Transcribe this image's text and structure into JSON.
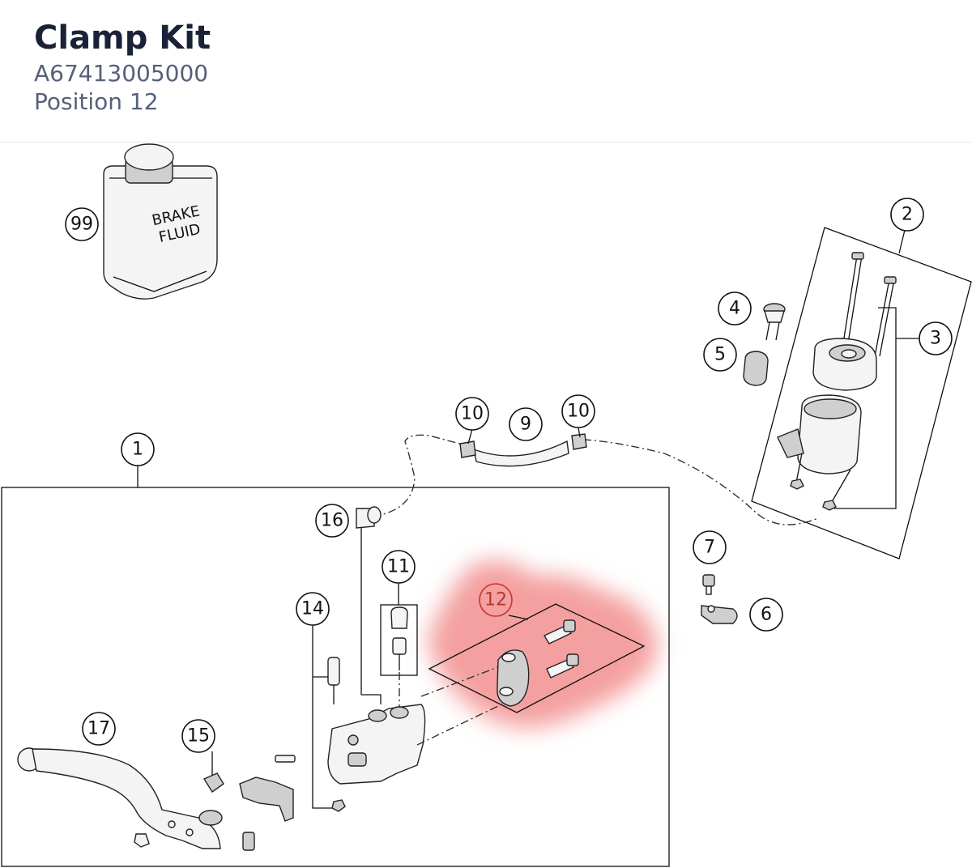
{
  "header": {
    "title": "Clamp Kit",
    "part_number": "A67413005000",
    "position": "Position 12"
  },
  "diagram": {
    "highlight_color": "#f08080",
    "can_label": "BRAKE\nFLUID",
    "callouts": [
      "1",
      "2",
      "3",
      "4",
      "5",
      "6",
      "7",
      "9",
      "10",
      "10",
      "11",
      "12",
      "14",
      "15",
      "16",
      "17",
      "99"
    ],
    "highlighted_callout": "12"
  }
}
